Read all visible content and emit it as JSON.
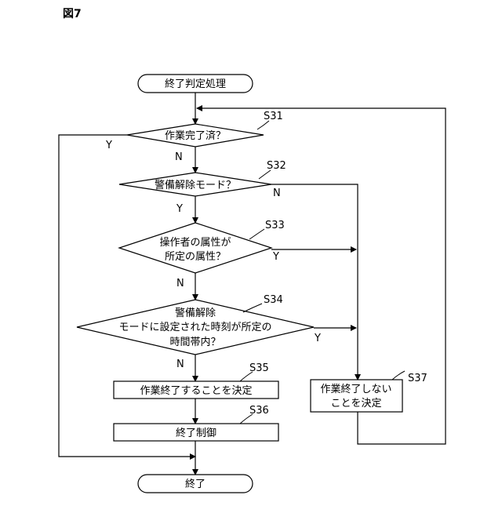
{
  "figure_label": "図7",
  "start": {
    "label": "終了判定処理"
  },
  "end": {
    "label": "終了"
  },
  "decisions": {
    "s31": {
      "step": "S31",
      "lines": [
        "作業完了済？"
      ],
      "yes": "Y",
      "no": "N"
    },
    "s32": {
      "step": "S32",
      "lines": [
        "警備解除モード？"
      ],
      "yes": "Y",
      "no": "N"
    },
    "s33": {
      "step": "S33",
      "lines": [
        "操作者の属性が",
        "所定の属性？"
      ],
      "yes": "Y",
      "no": "N"
    },
    "s34": {
      "step": "S34",
      "lines": [
        "警備解除",
        "モードに設定された時刻が所定の",
        "時間帯内？"
      ],
      "yes": "Y",
      "no": "N"
    }
  },
  "processes": {
    "s35": {
      "step": "S35",
      "lines": [
        "作業終了することを決定"
      ]
    },
    "s36": {
      "step": "S36",
      "lines": [
        "終了制御"
      ]
    },
    "s37": {
      "step": "S37",
      "lines": [
        "作業終了しない",
        "ことを決定"
      ]
    }
  }
}
